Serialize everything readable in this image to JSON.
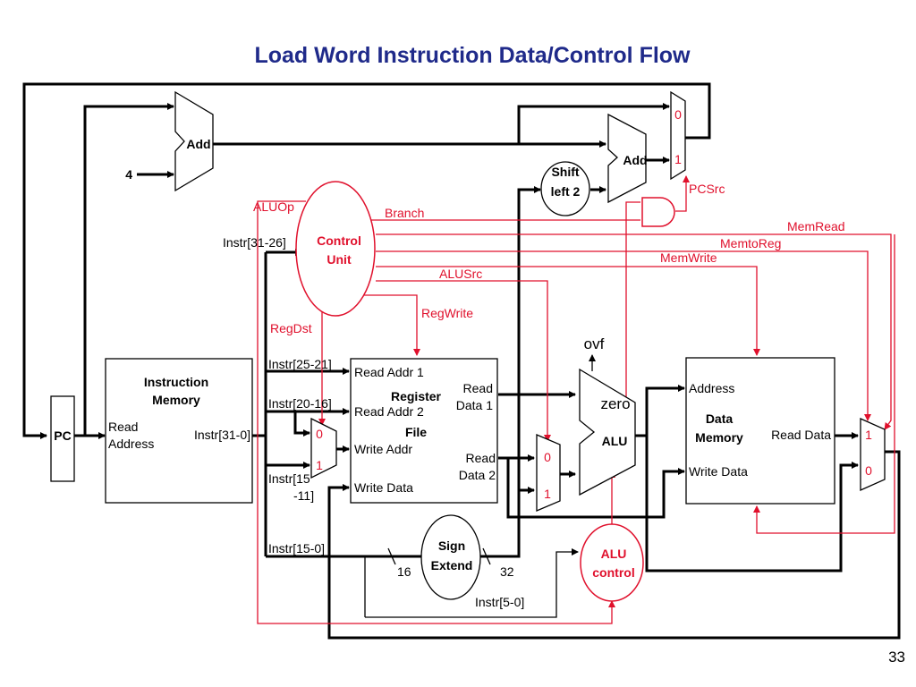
{
  "title": "Load Word Instruction Data/Control  Flow",
  "page_number": "33",
  "adder_top": {
    "label": "Add",
    "input_constant": "4"
  },
  "adder_branch": {
    "label": "Add"
  },
  "shift_left": {
    "line1": "Shift",
    "line2": "left 2"
  },
  "pc": {
    "label": "PC"
  },
  "instruction_memory": {
    "title1": "Instruction",
    "title2": "Memory",
    "port_read1": "Read",
    "port_read2": "Address",
    "output": "Instr[31-0]"
  },
  "control_unit": {
    "line1": "Control",
    "line2": "Unit",
    "input": "Instr[31-26]"
  },
  "control_signals": {
    "aluop": "ALUOp",
    "branch": "Branch",
    "memread": "MemRead",
    "memtoreg": "MemtoReg",
    "memwrite": "MemWrite",
    "alusrc": "ALUSrc",
    "regwrite": "RegWrite",
    "regdst": "RegDst",
    "pcsrc": "PCSrc"
  },
  "instr_fields": {
    "rs": "Instr[25-21]",
    "rt": "Instr[20-16]",
    "rd1": "Instr[15",
    "rd2": "-11]",
    "imm": "Instr[15-0]",
    "funct": "Instr[5-0]"
  },
  "register_file": {
    "title1": "Register",
    "title2": "File",
    "read_addr1": "Read Addr 1",
    "read_addr2": "Read Addr 2",
    "write_addr": "Write Addr",
    "write_data": "Write Data",
    "read_data1_a": "Read",
    "read_data1_b": "Data 1",
    "read_data2_a": "Read",
    "read_data2_b": "Data 2"
  },
  "sign_extend": {
    "line1": "Sign",
    "line2": "Extend",
    "in_width": "16",
    "out_width": "32"
  },
  "alu": {
    "label": "ALU",
    "zero": "zero",
    "overflow": "ovf"
  },
  "alu_control": {
    "line1": "ALU",
    "line2": "control"
  },
  "data_memory": {
    "title1": "Data",
    "title2": "Memory",
    "address": "Address",
    "write_data": "Write Data",
    "read_data": "Read Data"
  },
  "mux_labels": {
    "zero": "0",
    "one": "1"
  },
  "colors": {
    "title": "#1f2a8a",
    "control": "#e0102c",
    "datapath": "#000000"
  }
}
